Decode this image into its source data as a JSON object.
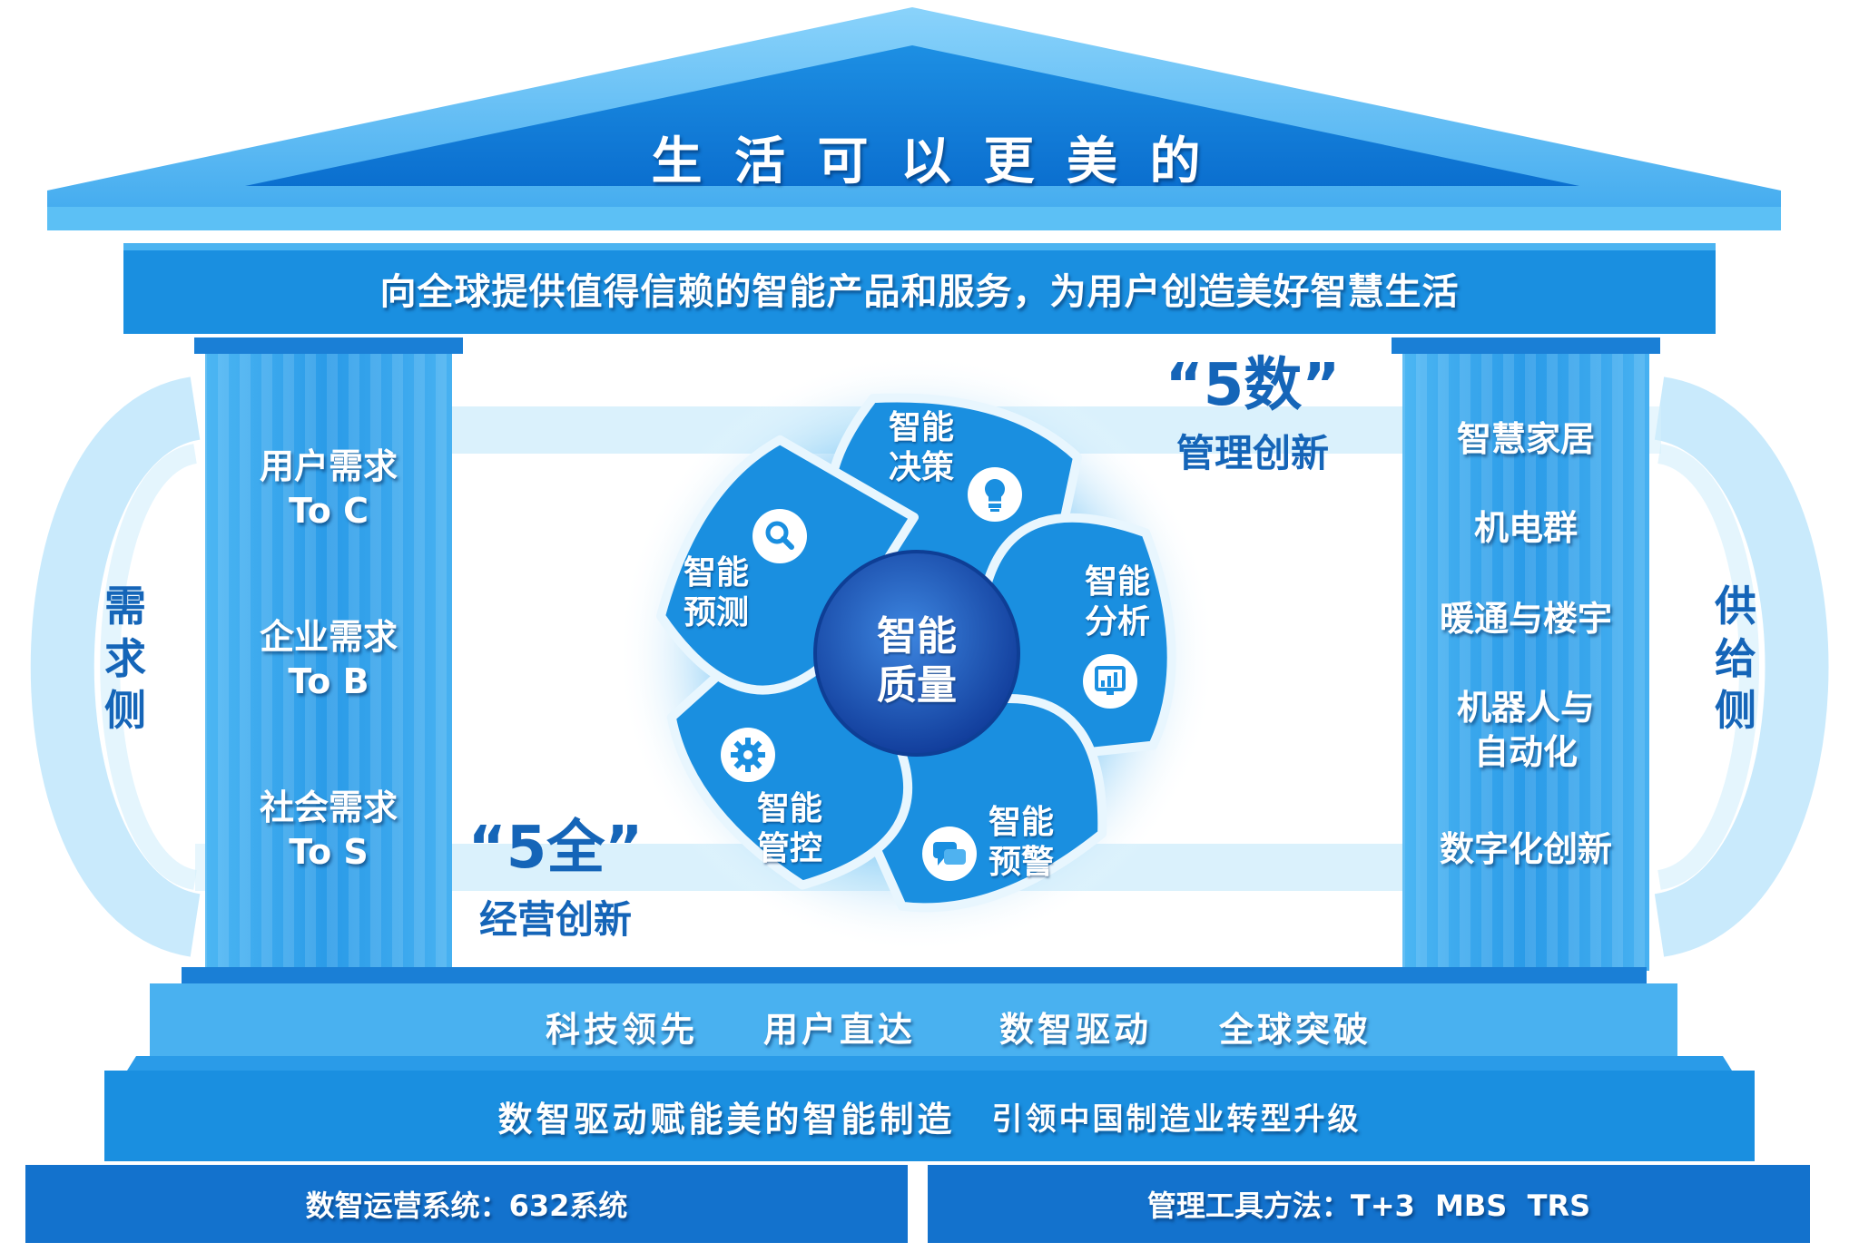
{
  "roof": {
    "title": "生 活 可 以 更 美 的"
  },
  "mission": {
    "text": "向全球提供值得信赖的智能产品和服务，为用户创造美好智慧生活"
  },
  "demand_side": {
    "label": [
      "需",
      "求",
      "侧"
    ]
  },
  "supply_side": {
    "label": [
      "供",
      "给",
      "侧"
    ]
  },
  "left_pillar": {
    "items": [
      {
        "line1": "用户需求",
        "line2": "To C"
      },
      {
        "line1": "企业需求",
        "line2": "To B"
      },
      {
        "line1": "社会需求",
        "line2": "To S"
      }
    ]
  },
  "right_pillar": {
    "items": [
      {
        "line1": "智慧家居",
        "line2": ""
      },
      {
        "line1": "机电群",
        "line2": ""
      },
      {
        "line1": "暖通与楼宇",
        "line2": ""
      },
      {
        "line1": "机器人与",
        "line2": "自动化"
      },
      {
        "line1": "数字化创新",
        "line2": ""
      }
    ]
  },
  "five_shu": {
    "title": "“5数”",
    "subtitle": "管理创新"
  },
  "five_quan": {
    "title": "“5全”",
    "subtitle": "经营创新"
  },
  "wheel": {
    "center": {
      "line1": "智能",
      "line2": "质量"
    },
    "segments": [
      {
        "line1": "智能",
        "line2": "决策",
        "icon": "lightbulb-icon"
      },
      {
        "line1": "智能",
        "line2": "分析",
        "icon": "chart-icon"
      },
      {
        "line1": "智能",
        "line2": "预警",
        "icon": "chat-icon"
      },
      {
        "line1": "智能",
        "line2": "管控",
        "icon": "gear-icon"
      },
      {
        "line1": "智能",
        "line2": "预测",
        "icon": "search-icon"
      }
    ]
  },
  "foundation": {
    "pillars": [
      "科技领先",
      "用户直达",
      "数智驱动",
      "全球突破"
    ],
    "main": "数智驱动赋能美的智能制造",
    "sub": "引领中国制造业转型升级"
  },
  "base": {
    "left": "数智运营系统：632系统",
    "right": "管理工具方法：T+3  MBS  TRS"
  },
  "colors": {
    "primary": "#1a8fe0",
    "light": "#5cc0f5",
    "dark": "#1565b8"
  }
}
